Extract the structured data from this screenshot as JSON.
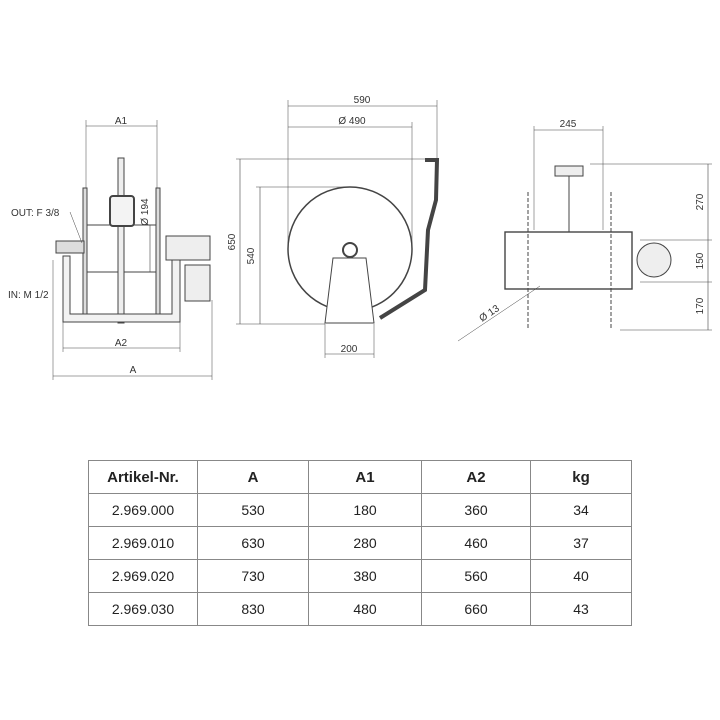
{
  "drawing": {
    "front_view": {
      "a1": "A1",
      "a2": "A2",
      "a": "A",
      "diam_194": "Ø 194",
      "out_label": "OUT: F 3/8",
      "in_label": "IN: M 1/2"
    },
    "side_view": {
      "w590": "590",
      "diam_490": "Ø 490",
      "h650": "650",
      "h540": "540",
      "w200": "200"
    },
    "top_view": {
      "w245": "245",
      "h270": "270",
      "h150": "150",
      "h170": "170",
      "diam_13": "Ø 13"
    }
  },
  "table": {
    "headers": [
      "Artikel-Nr.",
      "A",
      "A1",
      "A2",
      "kg"
    ],
    "rows": [
      [
        "2.969.000",
        "530",
        "180",
        "360",
        "34"
      ],
      [
        "2.969.010",
        "630",
        "280",
        "460",
        "37"
      ],
      [
        "2.969.020",
        "730",
        "380",
        "560",
        "40"
      ],
      [
        "2.969.030",
        "830",
        "480",
        "660",
        "43"
      ]
    ]
  }
}
